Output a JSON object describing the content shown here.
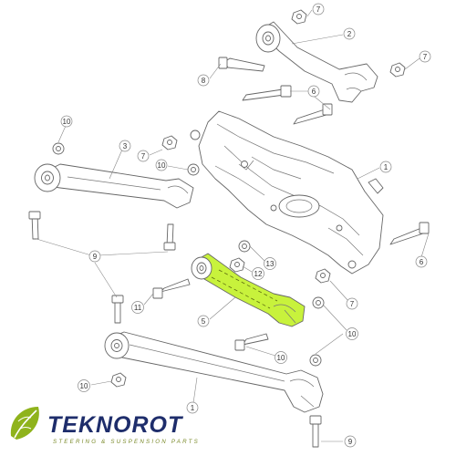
{
  "brand": {
    "name": "TEKNOROT",
    "tagline": "STEERING & SUSPENSION PARTS",
    "accent": "#1e2d6b",
    "leaf_color": "#8fb31c"
  },
  "highlight_color": "#c8f23c",
  "callouts": [
    "7",
    "2",
    "8",
    "7",
    "6",
    "10",
    "3",
    "7",
    "10",
    "1",
    "6",
    "9",
    "13",
    "12",
    "11",
    "5",
    "7",
    "10",
    "10",
    "10",
    "1",
    "9"
  ]
}
